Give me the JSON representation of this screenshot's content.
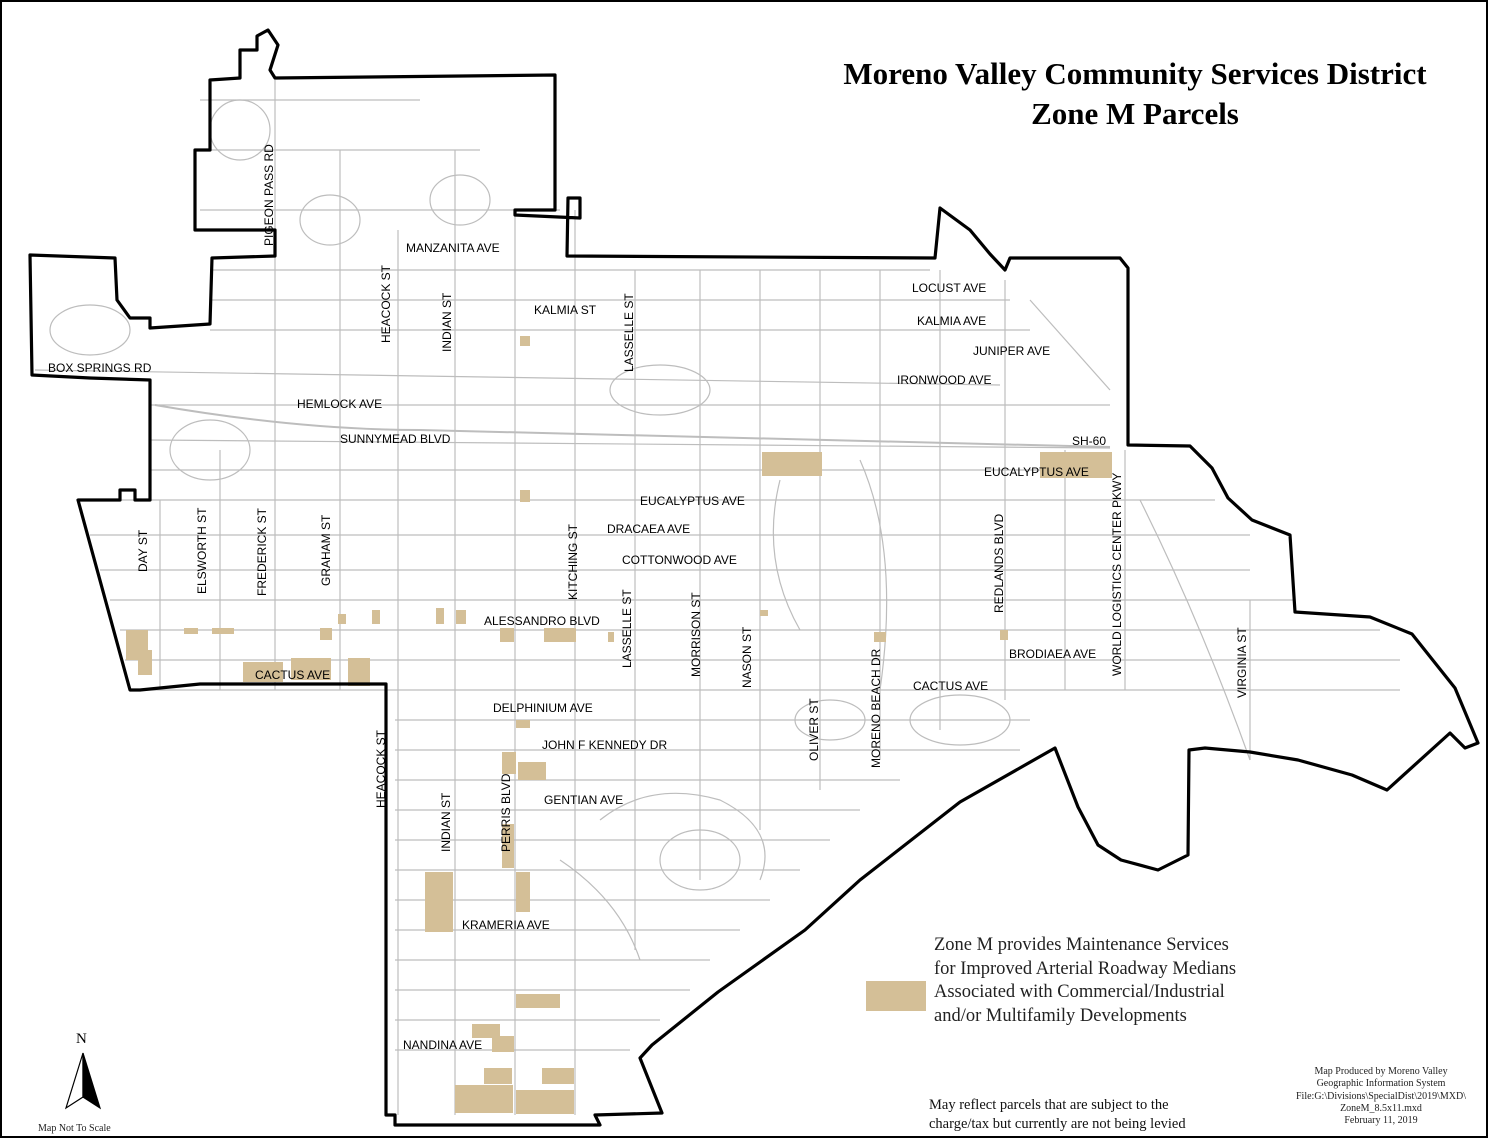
{
  "title": {
    "line1": "Moreno Valley Community Services District",
    "line2": "Zone M Parcels"
  },
  "legend": {
    "swatch_color": "#d4bf97",
    "description": "Zone M provides Maintenance Services for Improved Arterial Roadway Medians Associated with Commercial/Industrial and/or Multifamily Developments"
  },
  "note": "May reflect parcels that are subject to the charge/tax but currently are not being levied",
  "credit": {
    "line1": "Map Produced by Moreno Valley",
    "line2": "Geographic Information System",
    "line3": "File:G:\\Divisions\\SpecialDist\\2019\\MXD\\",
    "line4": "ZoneM_8.5x11.mxd",
    "line5": "February 11, 2019"
  },
  "north_arrow": {
    "letter": "N",
    "icon": "north-arrow-icon"
  },
  "scale_note": "Map Not To Scale",
  "colors": {
    "boundary": "#000000",
    "streets": "#bdbdbd",
    "parcels": "#d4bf97"
  },
  "streets": {
    "pigeon_pass_rd": "PIGEON PASS RD",
    "manzanita_ave": "MANZANITA AVE",
    "heacock_st_north": "HEACOCK ST",
    "indian_st_north": "INDIAN ST",
    "kalmia_st": "KALMIA ST",
    "lasselle_st_north": "LASSELLE ST",
    "locust_ave": "LOCUST AVE",
    "kalmia_ave": "KALMIA AVE",
    "juniper_ave": "JUNIPER AVE",
    "ironwood_ave": "IRONWOOD AVE",
    "box_springs_rd": "BOX SPRINGS RD",
    "hemlock_ave": "HEMLOCK AVE",
    "sunnymead_blvd": "SUNNYMEAD BLVD",
    "sh_60": "SH-60",
    "eucalyptus_ave_east": "EUCALYPTUS AVE",
    "eucalyptus_ave_mid": "EUCALYPTUS AVE",
    "dracaea_ave": "DRACAEA AVE",
    "cottonwood_ave": "COTTONWOOD AVE",
    "day_st": "DAY ST",
    "elsworth_st": "ELSWORTH ST",
    "frederick_st": "FREDERICK ST",
    "graham_st": "GRAHAM ST",
    "kitching_st": "KITCHING ST",
    "alessandro_blvd": "ALESSANDRO BLVD",
    "lasselle_st_south": "LASSELLE ST",
    "morrison_st": "MORRISON ST",
    "nason_st": "NASON ST",
    "redlands_blvd": "REDLANDS BLVD",
    "world_logistics_center_pkwy": "WORLD LOGISTICS CENTER PKWY",
    "virginia_st": "VIRGINIA ST",
    "brodiaea_ave": "BRODIAEA AVE",
    "cactus_ave_west": "CACTUS AVE",
    "cactus_ave_east": "CACTUS AVE",
    "moreno_beach_dr": "MORENO BEACH DR",
    "oliver_st": "OLIVER ST",
    "delphinium_ave": "DELPHINIUM AVE",
    "john_f_kennedy_dr": "JOHN F KENNEDY DR",
    "heacock_st_south": "HEACOCK ST",
    "gentian_ave": "GENTIAN AVE",
    "perris_blvd": "PERRIS BLVD",
    "indian_st_south": "INDIAN ST",
    "krameria_ave": "KRAMERIA AVE",
    "nandina_ave": "NANDINA AVE"
  }
}
